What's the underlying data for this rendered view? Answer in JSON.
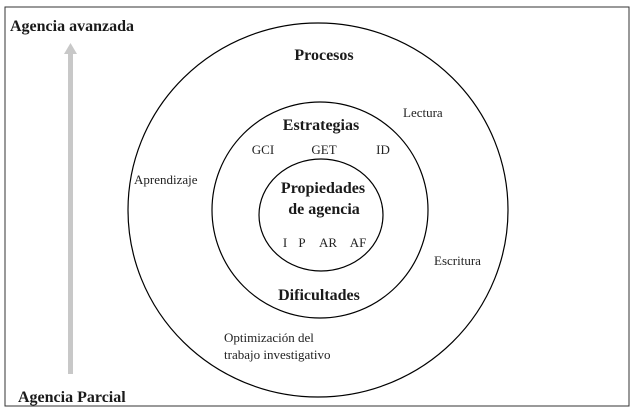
{
  "axis": {
    "top": "Agencia avanzada",
    "bottom": "Agencia Parcial"
  },
  "outer": {
    "title": "Procesos",
    "items": [
      "Lectura",
      "Aprendizaje",
      "Escritura"
    ],
    "optimization": [
      "Optimización del",
      "trabajo investigativo"
    ]
  },
  "middle": {
    "title": "Estrategias",
    "items": [
      "GCI",
      "GET",
      "ID"
    ],
    "bottom": "Dificultades"
  },
  "inner": {
    "title_line1": "Propiedades",
    "title_line2": "de agencia",
    "items": [
      "I",
      "P",
      "AR",
      "AF"
    ]
  },
  "colors": {
    "arrow": "#c8c8c8",
    "line": "#000000"
  }
}
